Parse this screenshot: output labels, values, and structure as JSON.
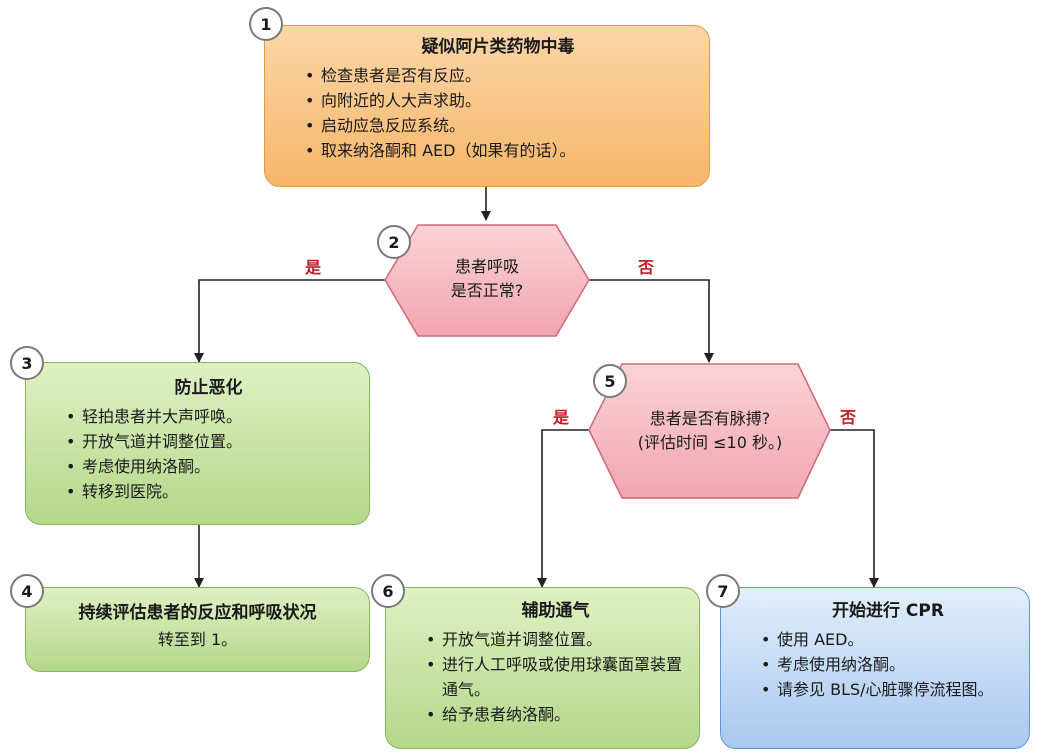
{
  "nodes": {
    "n1": {
      "number": "1",
      "title": "疑似阿片类药物中毒",
      "items": [
        "检查患者是否有反应。",
        "向附近的人大声求助。",
        "启动应急反应系统。",
        "取来纳洛酮和 AED（如果有的话）。"
      ]
    },
    "n2": {
      "number": "2",
      "line1": "患者呼吸",
      "line2": "是否正常?"
    },
    "n3": {
      "number": "3",
      "title": "防止恶化",
      "items": [
        "轻拍患者并大声呼唤。",
        "开放气道并调整位置。",
        "考虑使用纳洛酮。",
        "转移到医院。"
      ]
    },
    "n4": {
      "number": "4",
      "title": "持续评估患者的反应和呼吸状况",
      "text": "转至到 1。"
    },
    "n5": {
      "number": "5",
      "line1": "患者是否有脉搏?",
      "line2": "(评估时间 ≤10 秒。)"
    },
    "n6": {
      "number": "6",
      "title": "辅助通气",
      "items": [
        "开放气道并调整位置。",
        "进行人工呼吸或使用球囊面罩装置通气。",
        "给予患者纳洛酮。"
      ]
    },
    "n7": {
      "number": "7",
      "title": "开始进行 CPR",
      "items": [
        "使用 AED。",
        "考虑使用纳洛酮。",
        "请参见 BLS/心脏骤停流程图。"
      ]
    }
  },
  "labels": {
    "yes": "是",
    "no": "否"
  },
  "colors": {
    "orange": "#f6b66a",
    "green": "#b4d88a",
    "blue": "#a9c8ee",
    "diamond": "#f5b8c0",
    "label_red": "#c0202a"
  }
}
